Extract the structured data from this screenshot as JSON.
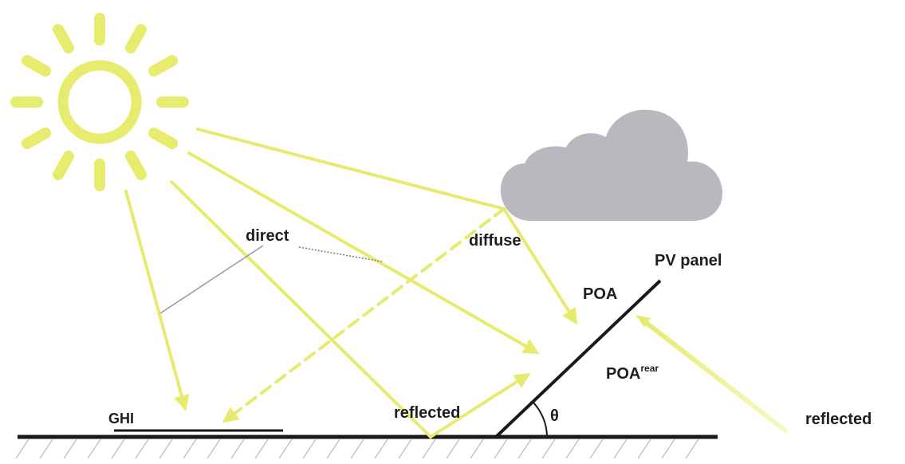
{
  "labels": {
    "direct": "direct",
    "diffuse": "diffuse",
    "pv_panel": "PV panel",
    "poa": "POA",
    "poa_rear_base": "POA",
    "poa_rear_sup": "rear",
    "ghi": "GHI",
    "reflected_ground": "reflected",
    "reflected_right": "reflected",
    "theta": "θ"
  },
  "colors": {
    "ray": "#e6eb6e",
    "ray_dark": "#d6dc58",
    "cloud": "#b7b9be",
    "ground": "#1a1a1a",
    "text": "#1e1e1e",
    "sun": "#e8ec6e"
  },
  "icons": {
    "sun": "sun-icon",
    "cloud": "cloud-icon"
  }
}
